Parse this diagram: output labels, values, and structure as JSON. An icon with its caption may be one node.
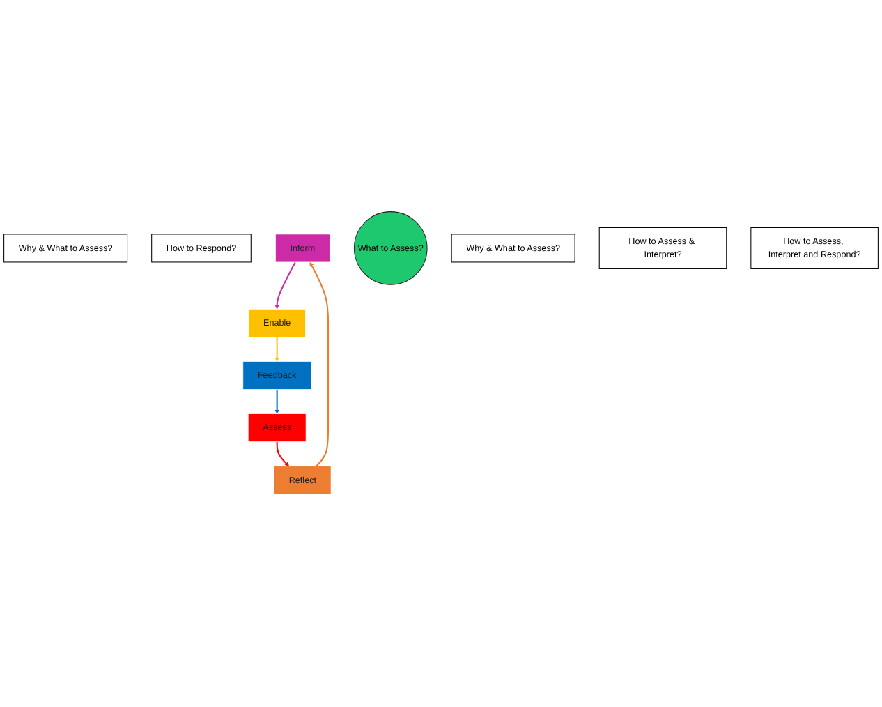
{
  "diagram": {
    "nodes": [
      {
        "text": [
          "Why & What to Assess?"
        ]
      },
      {
        "text": [
          "How to Respond?"
        ]
      },
      {
        "text": [
          "Inform"
        ]
      },
      {
        "text": [
          "Reflect"
        ]
      },
      {
        "text": [
          "What to Assess?"
        ]
      },
      {
        "text": [
          "Enable"
        ]
      },
      {
        "text": [
          "Assess"
        ]
      },
      {
        "text": [
          "Why & What to Assess?"
        ]
      },
      {
        "text": [
          "How to Assess & Interpret?"
        ]
      },
      {
        "text": [
          "Feedback"
        ]
      },
      {
        "text": [
          "How to Assess, Interpret and Respond?"
        ]
      }
    ],
    "edges": [
      {
        "from": 3,
        "to": 2,
        "arrow": "to",
        "color": "#ed7d31"
      },
      {
        "from": 2,
        "to": 5,
        "arrow": "to",
        "color": "#cc2aa6"
      },
      {
        "from": 5,
        "to": 9,
        "arrow": "to",
        "color": "#ffc000"
      },
      {
        "from": 9,
        "to": 6,
        "arrow": "to",
        "color": "#0070c0"
      },
      {
        "from": 6,
        "to": 3,
        "arrow": "to",
        "color": "#ff0000"
      }
    ]
  }
}
